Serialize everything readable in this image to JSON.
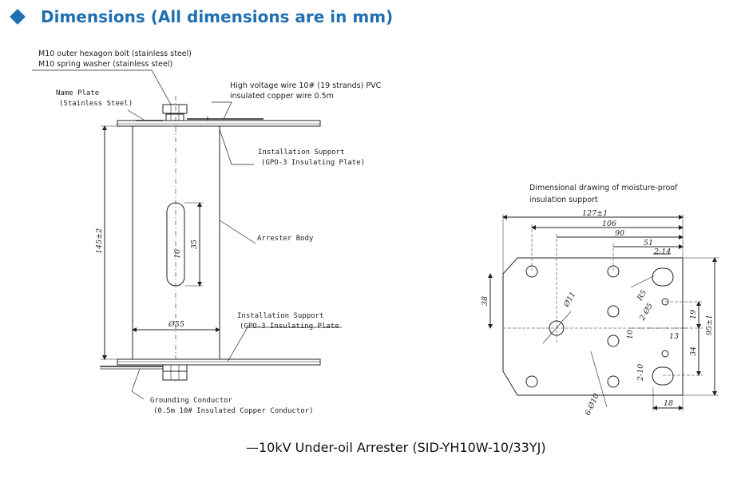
{
  "header": {
    "title": "Dimensions (All dimensions are in mm)",
    "bullet_icon": "diamond-bullet-icon",
    "accent_color": "#1f6fb2"
  },
  "left_drawing": {
    "labels": {
      "bolt_line1": "M10 outer hexagon bolt (stainless steel)",
      "bolt_line2": "M10 spring washer (stainless steel)",
      "name_plate_line1": "Name Plate",
      "name_plate_line2": "(Stainless Steel)",
      "hv_wire_line1": "High voltage wire 10# (19 strands) PVC",
      "hv_wire_line2": "insulated copper wire 0.5m",
      "support_top_line1": "Installation Support",
      "support_top_line2": "(GPO-3 Insulating Plate)",
      "arrester_body": "Arrester Body",
      "support_bottom_line1": "Installation Support",
      "support_bottom_line2": "(GPO-3 Insulating Plate",
      "ground_line1": "Grounding Conductor",
      "ground_line2": "(0.5m 10# Insulated Copper Conductor)"
    },
    "dimensions": {
      "height": "145±2",
      "slot_length": "35",
      "slot_width": "10",
      "diameter": "Ø55"
    }
  },
  "right_drawing": {
    "title_line1": "Dimensional drawing of moisture-proof",
    "title_line2": "insulation support",
    "dimensions": {
      "width_total": "127±1",
      "d106": "106",
      "d90": "90",
      "d51": "51",
      "slot_top": "2-14",
      "hole_11": "Ø11",
      "slot_r": "R5",
      "holes_5": "2-Ø5",
      "d38": "38",
      "d19": "19",
      "height_total": "95±1",
      "d13": "13",
      "d10": "10",
      "d34": "34",
      "slot_bottom": "2-10",
      "holes_10": "6-Ø10",
      "d18": "18"
    }
  },
  "caption": "—10kV Under-oil Arrester (SID-YH10W-10/33YJ)"
}
